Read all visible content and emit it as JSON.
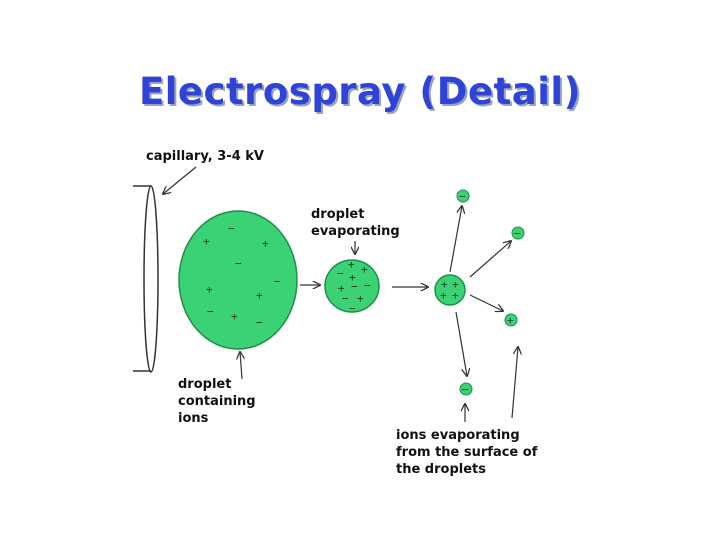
{
  "title": "Electrospray (Detail)",
  "labels": {
    "capillary": "capillary, 3-4 kV",
    "droplet_evaporating": "droplet\nevaporating",
    "droplet_containing_ions": "droplet\ncontaining\nions",
    "ions_evaporating": "ions evaporating\nfrom the surface of\nthe droplets"
  },
  "signs": {
    "plus": "+",
    "minus": "−"
  },
  "colors": {
    "droplet_fill": "#3ad275",
    "droplet_stroke": "#1f8f47",
    "title": "#2e44d8"
  }
}
